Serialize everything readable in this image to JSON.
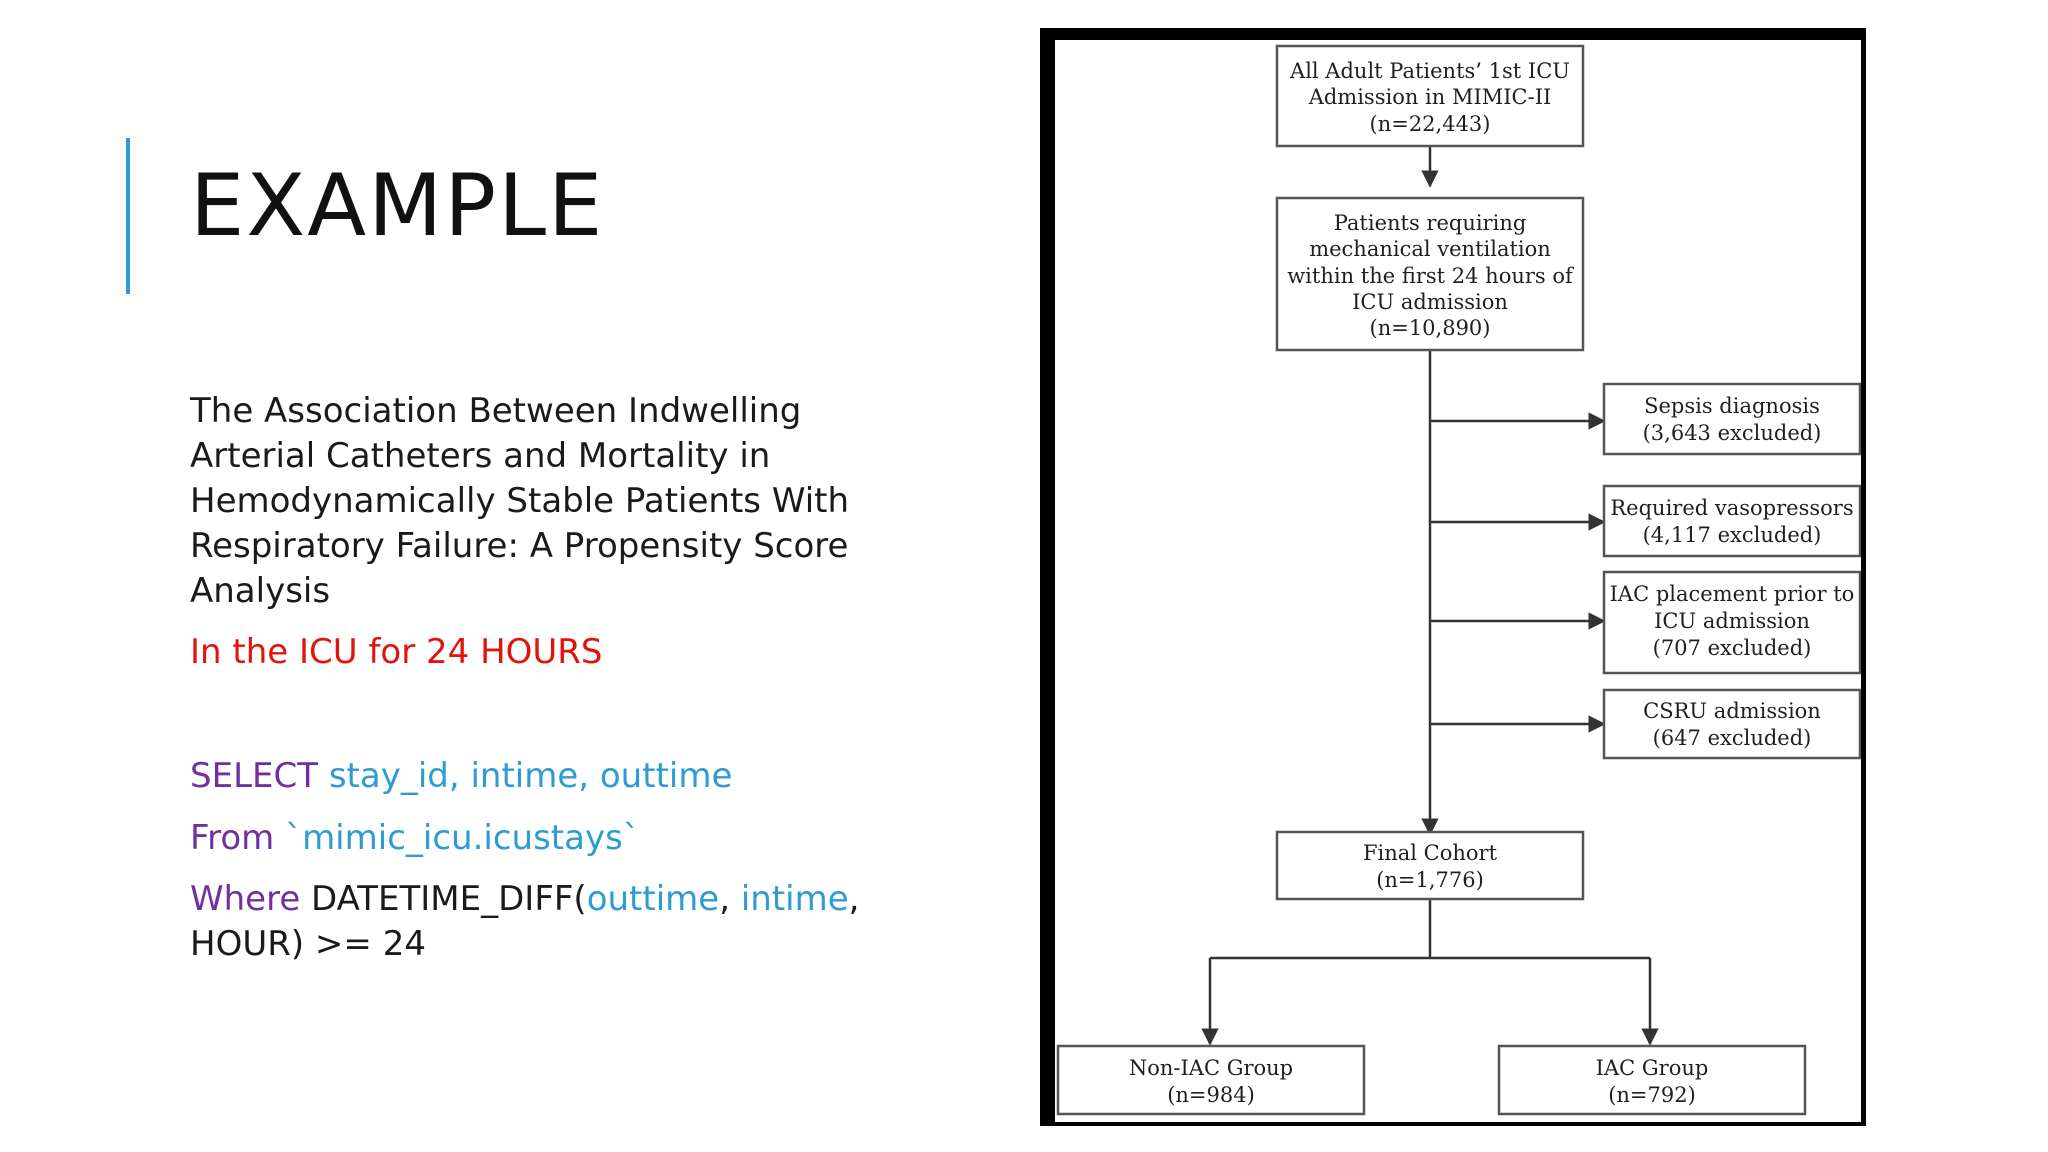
{
  "slide": {
    "title": "EXAMPLE",
    "paper_title": "The Association Between Indwelling Arterial Catheters and Mortality in Hemodynamically Stable Patients With Respiratory Failure: A Propensity Score Analysis",
    "subtitle": "In the ICU for 24 HOURS",
    "accent_color": "#2e9bd2",
    "subtitle_color": "#e0140a",
    "keyword_color": "#7030a0",
    "identifier_color": "#2e9bd2"
  },
  "sql": {
    "line1_kw": "SELECT",
    "line1_cols": "stay_id, intime, outtime",
    "line2_kw": "From",
    "line2_table": "`mimic_icu.icustays`",
    "line3_kw": "Where",
    "line3_func": "DATETIME_DIFF(",
    "line3_arg1": "outtime",
    "line3_sep": ", ",
    "line3_arg2": "intime",
    "line3_tail": ", HOUR) >= 24"
  },
  "flowchart": {
    "boxes": {
      "all_patients": [
        "All Adult Patients’ 1st ICU",
        "Admission in MIMIC-II",
        "(n=22,443)"
      ],
      "mech_vent": [
        "Patients requiring",
        "mechanical ventilation",
        "within the first 24 hours of",
        "ICU admission",
        "(n=10,890)"
      ],
      "sepsis": [
        "Sepsis diagnosis",
        "(3,643 excluded)"
      ],
      "vasopressors": [
        "Required vasopressors",
        "(4,117 excluded)"
      ],
      "iac_prior": [
        "IAC placement prior to",
        "ICU admission",
        "(707 excluded)"
      ],
      "csru": [
        "CSRU admission",
        "(647 excluded)"
      ],
      "final_cohort": [
        "Final Cohort",
        "(n=1,776)"
      ],
      "non_iac": [
        "Non-IAC Group",
        "(n=984)"
      ],
      "iac": [
        "IAC Group",
        "(n=792)"
      ]
    }
  }
}
